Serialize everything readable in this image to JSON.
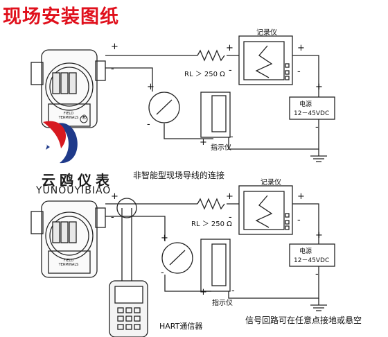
{
  "title": "现场安装图纸",
  "brand": {
    "cn": "云鸥仪表",
    "en": "YUNOUYIBIAO",
    "reg": "®"
  },
  "top": {
    "recorder": "记录仪",
    "load": "RL ＞ 250 Ω",
    "power_name": "电源",
    "power_volt": "12－45VDC",
    "indicator": "指示仪",
    "caption": "非智能型现场导线的连接",
    "terminals_label": "FIELD TERMINALS"
  },
  "bottom": {
    "recorder": "记录仪",
    "load": "RL ＞ 250 Ω",
    "power_name": "电源",
    "power_volt": "12－45VDC",
    "indicator": "指示仪",
    "hart": "HART通信器",
    "note": "信号回路可在任意点接地或悬空",
    "terminals_label": "FIELD TERMINALS"
  },
  "signs": {
    "plus": "+",
    "minus": "-"
  },
  "colors": {
    "title": "#e0101c",
    "line": "#222222",
    "logo_red": "#d71920",
    "logo_blue": "#1f3a8a"
  }
}
